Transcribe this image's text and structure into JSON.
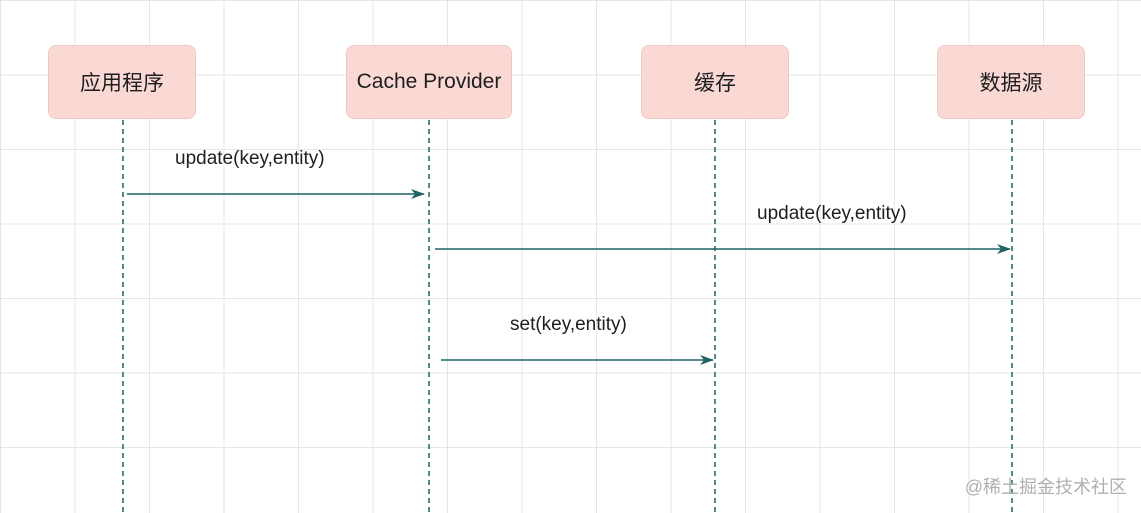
{
  "actors": [
    {
      "label": "应用程序"
    },
    {
      "label": "Cache Provider"
    },
    {
      "label": "缓存"
    },
    {
      "label": "数据源"
    }
  ],
  "messages": [
    {
      "label": "update(key,entity)",
      "from": 0,
      "to": 1
    },
    {
      "label": "update(key,entity)",
      "from": 1,
      "to": 3
    },
    {
      "label": "set(key,entity)",
      "from": 1,
      "to": 2
    }
  ],
  "watermark": "@稀土掘金技术社区",
  "colors": {
    "actor_fill": "#fad9d5",
    "line": "#1e6464",
    "grid": "#e6e6e6"
  }
}
